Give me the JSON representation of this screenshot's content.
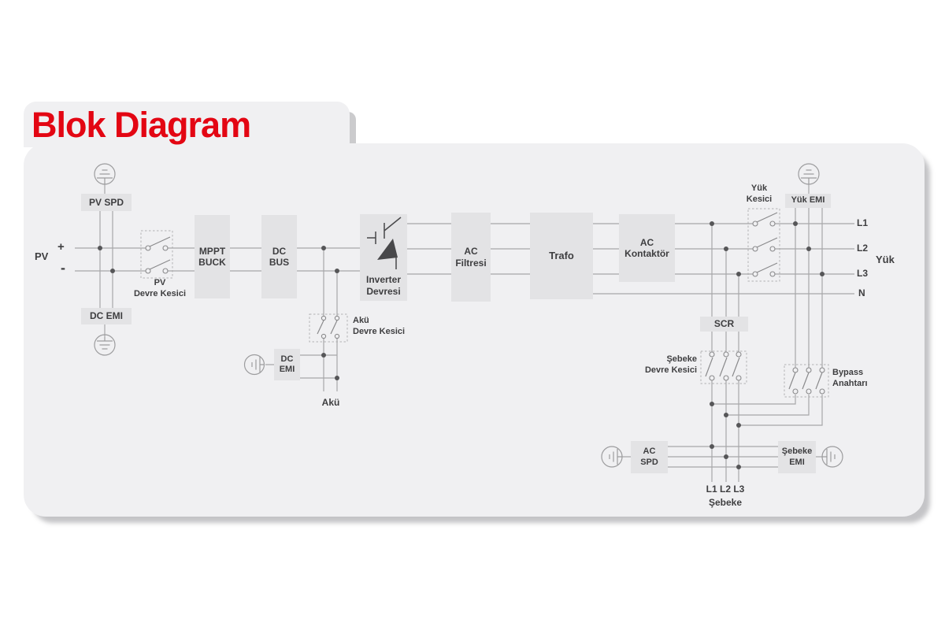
{
  "title": "Blok Diagram",
  "colors": {
    "title_red": "#e30613",
    "card_bg": "#f0f0f2",
    "block_bg": "#e3e3e5",
    "wire_gray": "#a7a7a9",
    "junction_dot": "#565658",
    "text_dark": "#3e3e40"
  },
  "blocks": {
    "pv_spd": "PV SPD",
    "dc_emi_pv": "DC EMI",
    "mppt_buck": "MPPT\nBUCK",
    "dc_bus": "DC\nBUS",
    "inverter": "Inverter\nDevresi",
    "ac_filter": "AC\nFiltresi",
    "trafo": "Trafo",
    "ac_contactor": "AC\nKontaktör",
    "scr": "SCR",
    "yuk_emi": "Yük EMI",
    "dc_emi_bat": "DC\nEMI",
    "ac_spd": "AC\nSPD",
    "sebeke_emi": "Şebeke\nEMI"
  },
  "labels": {
    "pv": "PV",
    "plus": "+",
    "minus": "-",
    "pv_breaker": "PV\nDevre Kesici",
    "aku_breaker": "Akü\nDevre Kesici",
    "aku": "Akü",
    "yuk_kesici": "Yük\nKesici",
    "sebeke_breaker": "Şebeke\nDevre Kesici",
    "bypass": "Bypass\nAnahtarı",
    "yuk": "Yük",
    "l1": "L1",
    "l2": "L2",
    "l3": "L3",
    "n": "N",
    "grid_phases": "L1 L2 L3",
    "grid": "Şebeke"
  }
}
